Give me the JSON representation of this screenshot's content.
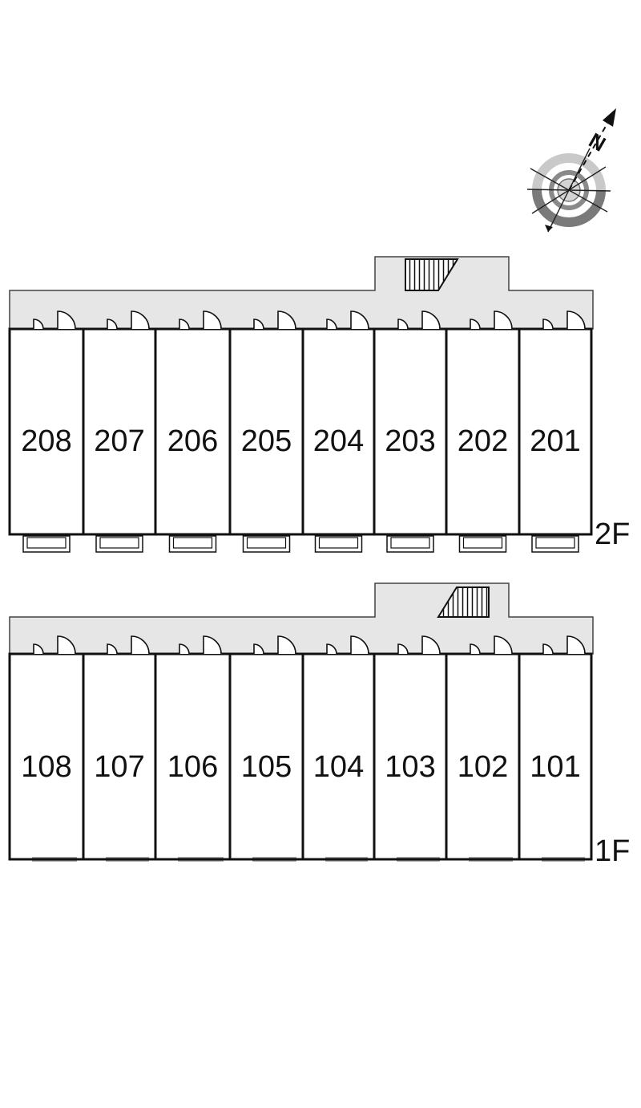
{
  "compass": {
    "north_label": "N",
    "icon": "compass-rose-icon"
  },
  "colors": {
    "corridor": "#e6e6e6",
    "wall": "#111111",
    "ring_dark": "#7a7a7a",
    "ring_light": "#c9c9c9"
  },
  "floors": [
    {
      "label": "2F",
      "units": [
        "208",
        "207",
        "206",
        "205",
        "204",
        "203",
        "202",
        "201"
      ]
    },
    {
      "label": "1F",
      "units": [
        "108",
        "107",
        "106",
        "105",
        "104",
        "103",
        "102",
        "101"
      ]
    }
  ]
}
